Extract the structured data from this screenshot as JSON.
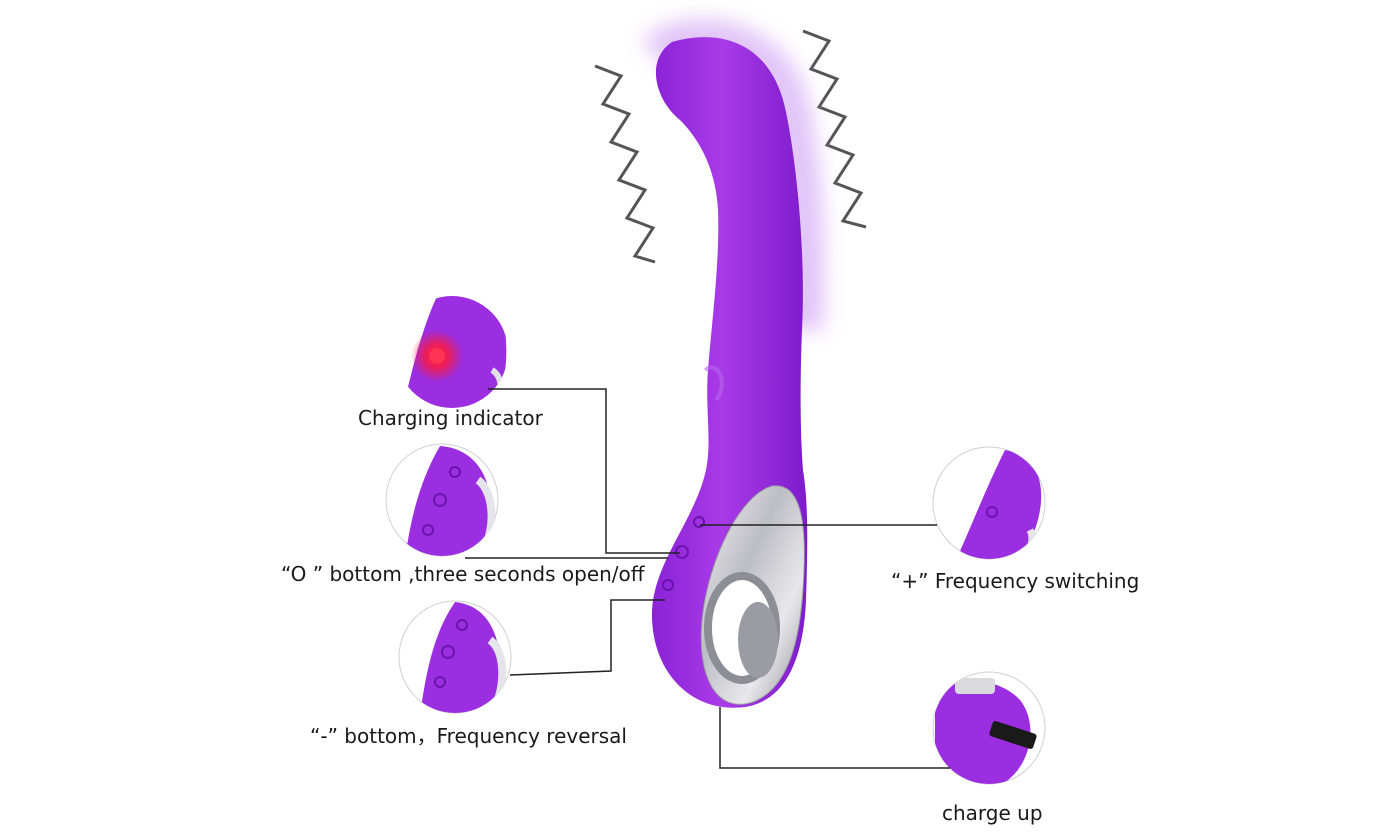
{
  "labels": {
    "charging_indicator": "Charging indicator",
    "o_button": "“O ” bottom ,three seconds open/off",
    "minus_button": "“-” bottom，Frequency reversal",
    "plus_button": "“+” Frequency switching",
    "charge_up": "charge up"
  },
  "colors": {
    "product": "#9b2ee0",
    "product_dark": "#7a1fc0",
    "chrome": "#d9d9de",
    "indicator": "#ff1a3a",
    "leader_line": "#222222",
    "vibration": "#555555"
  }
}
